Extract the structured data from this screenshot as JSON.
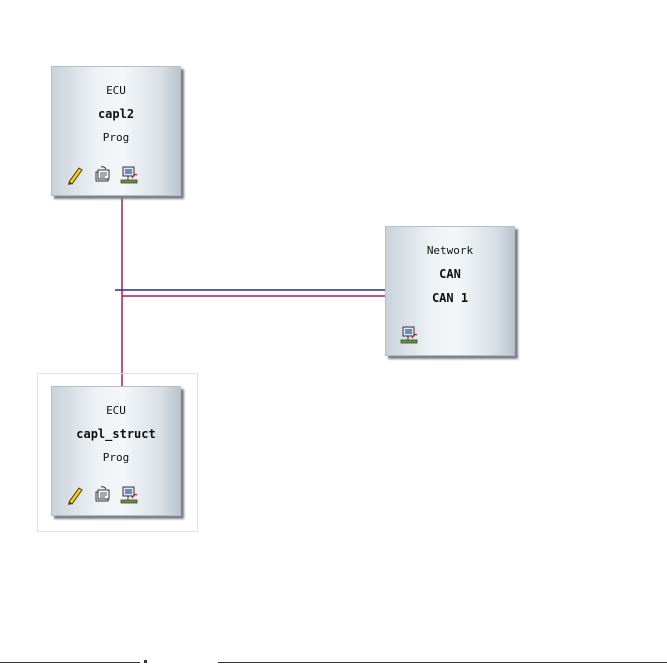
{
  "nodes": {
    "ecu_top": {
      "type_label": "ECU",
      "name": "capl2",
      "sub_label": "Prog"
    },
    "network": {
      "type_label": "Network",
      "name": "CAN",
      "sub_label": "CAN 1"
    },
    "ecu_bottom": {
      "type_label": "ECU",
      "name": "capl_struct",
      "sub_label": "Prog"
    }
  },
  "icons": {
    "edit": "pencil-icon",
    "database": "database-icon",
    "network": "network-node-icon"
  },
  "colors": {
    "can_bus_high": "#2b2b8c",
    "can_bus_low": "#b01c4a",
    "node_border": "#b3bec8",
    "node_shadow": "#7a7f85"
  }
}
